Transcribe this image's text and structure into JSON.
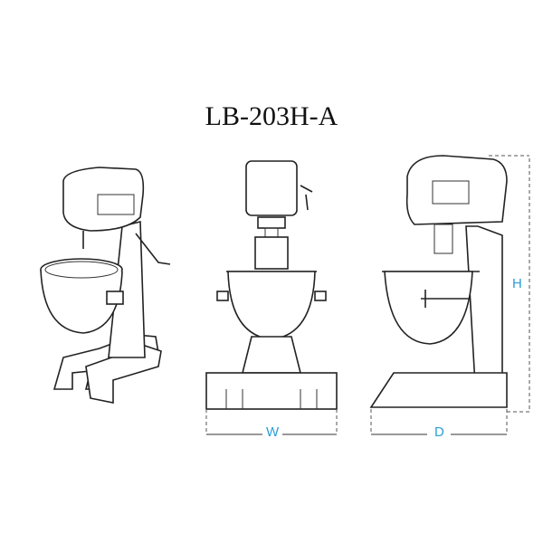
{
  "title": "LB-203H-A",
  "dimensions": {
    "width_label": "W",
    "depth_label": "D",
    "height_label": "H"
  },
  "colors": {
    "dimension_label": "#2a9fd6",
    "line": "#222222"
  }
}
